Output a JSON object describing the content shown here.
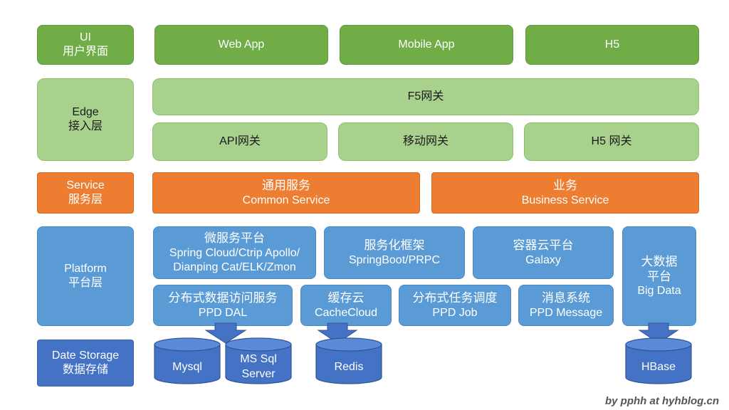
{
  "layers": {
    "ui": {
      "line1": "UI",
      "line2": "用户界面"
    },
    "edge": {
      "line1": "Edge",
      "line2": "接入层"
    },
    "service": {
      "line1": "Service",
      "line2": "服务层"
    },
    "platform": {
      "line1": "Platform",
      "line2": "平台层"
    },
    "storage": {
      "line1": "Date Storage",
      "line2": "数据存储"
    }
  },
  "ui_apps": [
    "Web App",
    "Mobile App",
    "H5"
  ],
  "edge": {
    "f5": "F5网关",
    "gateways": [
      "API网关",
      "移动网关",
      "H5 网关"
    ]
  },
  "service": {
    "common": {
      "line1": "通用服务",
      "line2": "Common Service"
    },
    "business": {
      "line1": "业务",
      "line2": "Business Service"
    }
  },
  "platform": {
    "micro": {
      "line1": "微服务平台",
      "line2": "Spring Cloud/Ctrip Apollo/",
      "line3": "Dianping Cat/ELK/Zmon"
    },
    "framework": {
      "line1": "服务化框架",
      "line2": "SpringBoot/PRPC"
    },
    "container": {
      "line1": "容器云平台",
      "line2": "Galaxy"
    },
    "bigdata": {
      "line1": "大数据",
      "line2": "平台",
      "line3": "Big Data"
    },
    "dal": {
      "line1": "分布式数据访问服务",
      "line2": "PPD DAL"
    },
    "cache": {
      "line1": "缓存云",
      "line2": "CacheCloud"
    },
    "job": {
      "line1": "分布式任务调度",
      "line2": "PPD Job"
    },
    "message": {
      "line1": "消息系统",
      "line2": "PPD Message"
    }
  },
  "storage": {
    "mysql": "Mysql",
    "mssql": {
      "line1": "MS Sql",
      "line2": "Server"
    },
    "redis": "Redis",
    "hbase": "HBase"
  },
  "credit": "by pphh at hyhblog.cn",
  "colors": {
    "ui": "#70ad47",
    "edge": "#a9d18e",
    "service": "#ed7d31",
    "platform": "#5b9bd5",
    "storage": "#4472c4"
  }
}
